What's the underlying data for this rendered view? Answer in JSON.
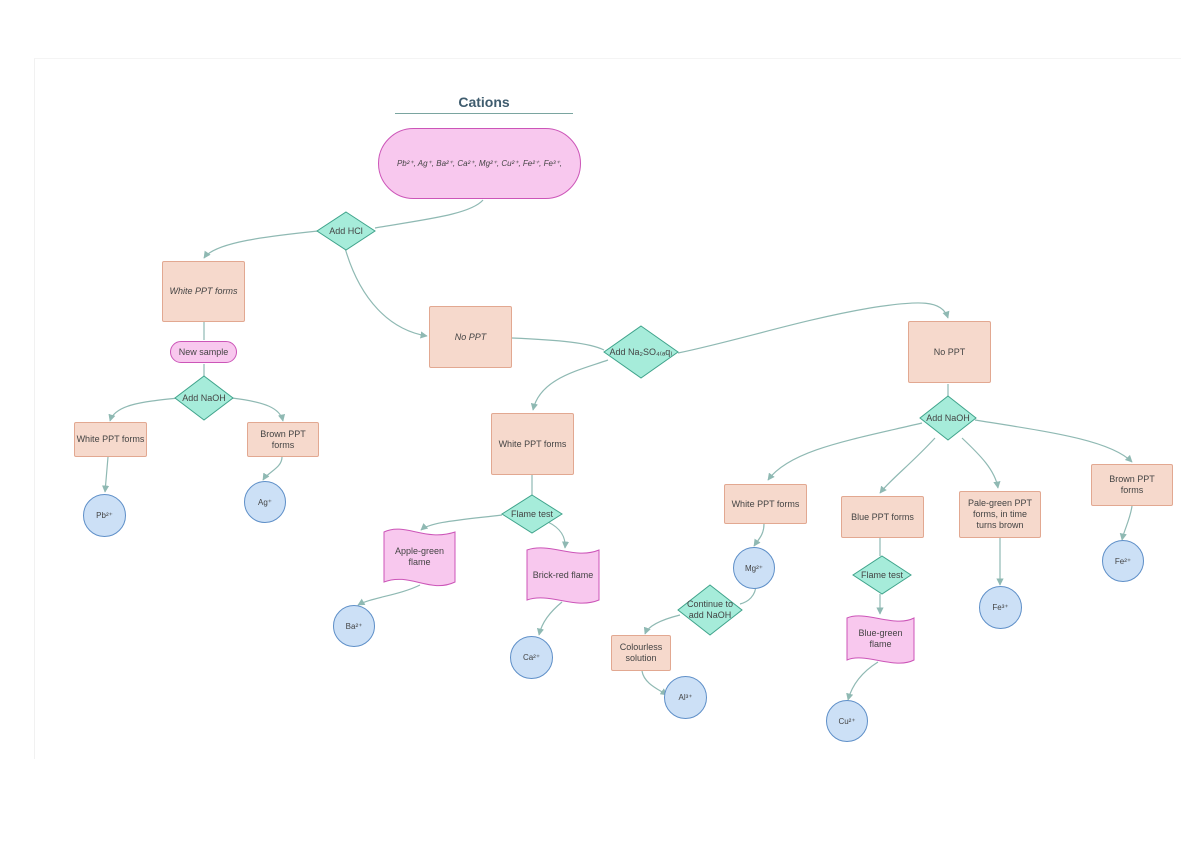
{
  "diagram": {
    "title": "Cations",
    "start": "Pb²⁺, Ag⁺, Ba²⁺, Ca²⁺, Mg²⁺, Cu²⁺, Fe²⁺, Fe³⁺,",
    "decisions": {
      "add_hcl": "Add HCl",
      "add_naoh_left": "Add NaOH",
      "add_na2so4": "Add Na₂SO₄₍ₐq₎",
      "flame_test_1": "Flame test",
      "add_naoh_right": "Add NaOH",
      "continue_naoh": "Continue to add NaOH",
      "flame_test_2": "Flame test"
    },
    "steps": {
      "white_ppt_hcl": "White PPT forms",
      "new_sample": "New sample",
      "white_ppt_naoh": "White PPT forms",
      "brown_ppt_naoh": "Brown PPT forms",
      "no_ppt_hcl": "No PPT",
      "white_ppt_na2so4": "White PPT forms",
      "no_ppt_na2so4": "No PPT",
      "apple_green_flame": "Apple-green flame",
      "brick_red_flame": "Brick-red flame",
      "white_ppt_mg": "White PPT forms",
      "blue_ppt": "Blue PPT forms",
      "pale_green_ppt": "Pale-green PPT forms, in time turns brown",
      "brown_ppt_fe": "Brown PPT forms",
      "colourless_solution": "Colourless solution",
      "blue_green_flame": "Blue-green flame"
    },
    "ions": {
      "pb": "Pb²⁺",
      "ag": "Ag⁺",
      "ba": "Ba²⁺",
      "ca": "Ca²⁺",
      "mg": "Mg²⁺",
      "al": "Al³⁺",
      "cu": "Cu²⁺",
      "fe2": "Fe²⁺",
      "fe3": "Fe³⁺"
    },
    "colors": {
      "process_fill": "#f6d9cc",
      "terminal_fill": "#f8c8ee",
      "decision_fill": "#a6ecda",
      "ion_fill": "#cce0f6",
      "connector": "#8fb9b3"
    }
  }
}
